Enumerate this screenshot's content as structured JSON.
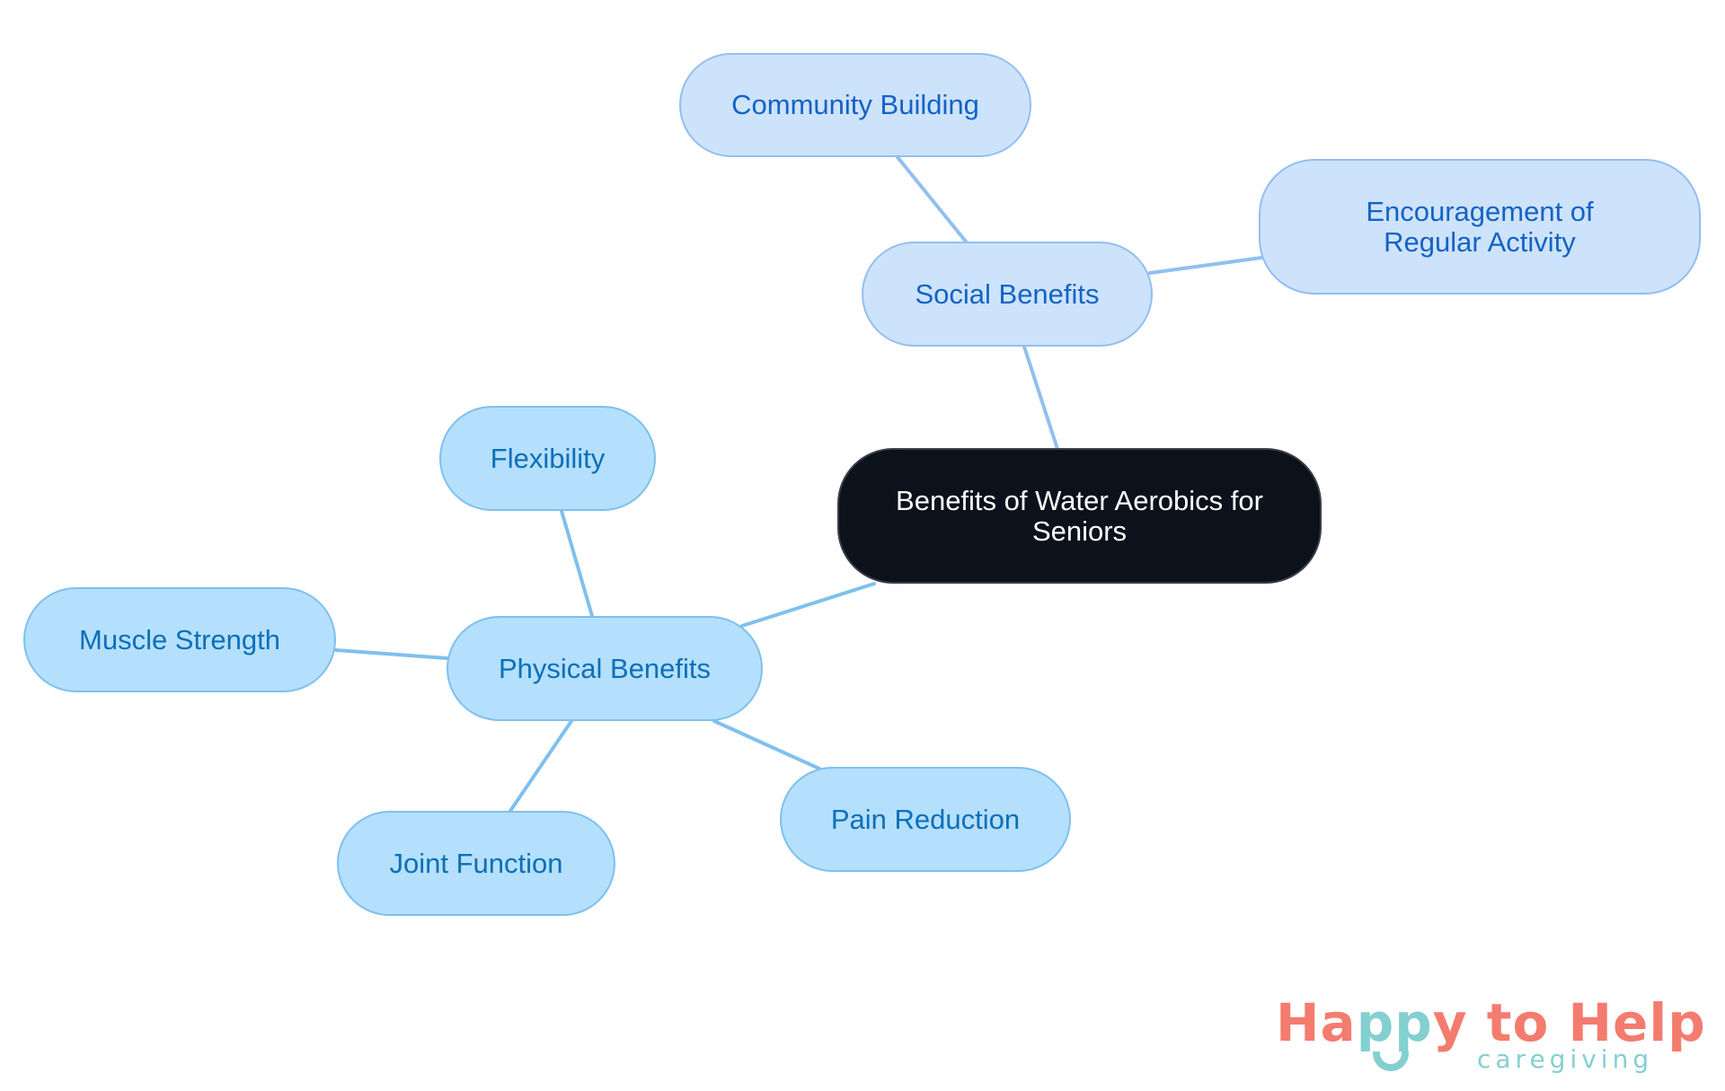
{
  "diagram": {
    "type": "mind-map",
    "root": {
      "label": "Benefits of Water Aerobics for Seniors"
    },
    "branches": [
      {
        "label": "Social Benefits",
        "children": [
          {
            "label": "Community Building"
          },
          {
            "label": "Encouragement of Regular Activity"
          }
        ]
      },
      {
        "label": "Physical Benefits",
        "children": [
          {
            "label": "Flexibility"
          },
          {
            "label": "Muscle Strength"
          },
          {
            "label": "Joint Function"
          },
          {
            "label": "Pain Reduction"
          }
        ]
      }
    ]
  },
  "colors": {
    "root_fill": "#0c121c",
    "root_text": "#ffffff",
    "social_fill": "#cde3fb",
    "social_text": "#1463c4",
    "social_line": "#93bff0",
    "physical_fill": "#b4dffd",
    "physical_text": "#0c6fb8",
    "physical_line": "#7fc0ef",
    "logo_coral": "#f47c6e",
    "logo_teal": "#84d0d0"
  },
  "logo": {
    "part1": "Ha",
    "part2": "pp",
    "part3": "y to Help",
    "subtitle": "caregiving"
  }
}
